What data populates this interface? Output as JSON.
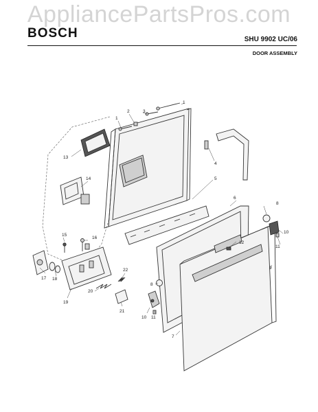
{
  "watermark": "AppliancePartsPros.com",
  "header": {
    "brand": "BOSCH",
    "model": "SHU 9902 UC/06",
    "assembly": "DOOR ASSEMBLY"
  },
  "callouts": [
    "1",
    "2",
    "1",
    "3",
    "13",
    "4",
    "14",
    "5",
    "6",
    "8",
    "15",
    "16",
    "10",
    "11",
    "12",
    "17",
    "18",
    "19",
    "22",
    "8",
    "9",
    "20",
    "21",
    "10",
    "11",
    "7"
  ]
}
